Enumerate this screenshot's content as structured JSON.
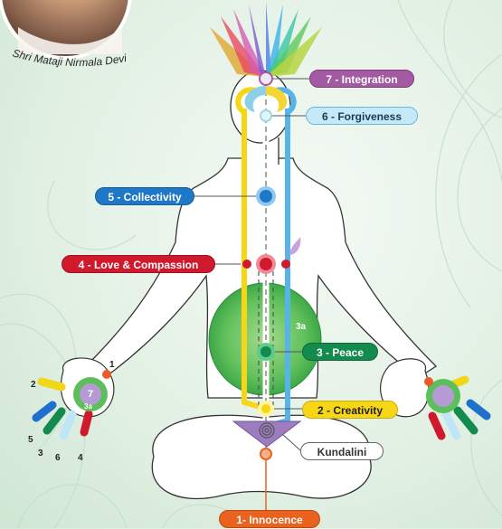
{
  "caption": "Shri Mataji Nirmala Devi",
  "chakras": [
    {
      "id": "innocence",
      "label": "1- Innocence",
      "color": "#e9631f",
      "text": "#ffffff"
    },
    {
      "id": "creativity",
      "label": "2 - Creativity",
      "color": "#f6d616",
      "text": "#222222"
    },
    {
      "id": "peace",
      "label": "3 - Peace",
      "color": "#138a4e",
      "text": "#ffffff"
    },
    {
      "id": "love",
      "label": "4 - Love & Compassion",
      "color": "#d0192d",
      "text": "#ffffff"
    },
    {
      "id": "collectivity",
      "label": "5 - Collectivity",
      "color": "#1f78c7",
      "text": "#ffffff"
    },
    {
      "id": "forgiveness",
      "label": "6 - Forgiveness",
      "color": "#bfe6f6",
      "text": "#1a3a56"
    },
    {
      "id": "integration",
      "label": "7 - Integration",
      "color": "#a45aa2",
      "text": "#ffffff"
    }
  ],
  "kundalini_label": "Kundalini",
  "void_label": "3a",
  "hand_numbers": {
    "one": "1",
    "two": "2",
    "three": "3",
    "four": "4",
    "five": "5",
    "six": "6",
    "seven": "7",
    "three_a": "3a"
  }
}
